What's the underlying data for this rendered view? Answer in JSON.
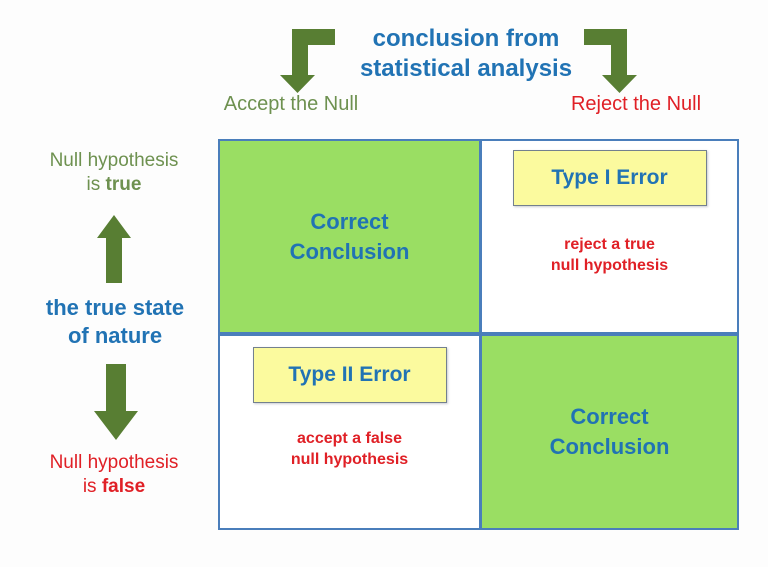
{
  "header": {
    "title_line1": "conclusion from",
    "title_line2": "statistical analysis",
    "accept_label": "Accept the Null",
    "reject_label": "Reject the Null"
  },
  "left_axis": {
    "nh_true_line1": "Null hypothesis",
    "nh_true_is": "is",
    "nh_true_bold": "true",
    "axis_line1": "the true state",
    "axis_line2": "of nature",
    "nh_false_line1": "Null hypothesis",
    "nh_false_is": "is",
    "nh_false_bold": "false"
  },
  "matrix": {
    "top_left": {
      "line1": "Correct",
      "line2": "Conclusion"
    },
    "top_right": {
      "badge": "Type I Error",
      "desc_line1": "reject a true",
      "desc_line2": "null hypothesis"
    },
    "bottom_left": {
      "badge": "Type II Error",
      "desc_line1": "accept a false",
      "desc_line2": "null hypothesis"
    },
    "bottom_right": {
      "line1": "Correct",
      "line2": "Conclusion"
    }
  },
  "icons": {
    "top_left_arrow": "elbow-down-arrow",
    "top_right_arrow": "elbow-down-arrow",
    "left_up_arrow": "up-arrow",
    "left_down_arrow": "down-arrow"
  },
  "colors": {
    "green_fill": "#9ade63",
    "grid_border": "#4a7ebb",
    "blue_text": "#2173b4",
    "green_text": "#6e9150",
    "arrow_green": "#587e33",
    "red_text": "#e02026",
    "yellow_fill": "#fbfa9e",
    "yellow_border": "#73808e"
  }
}
